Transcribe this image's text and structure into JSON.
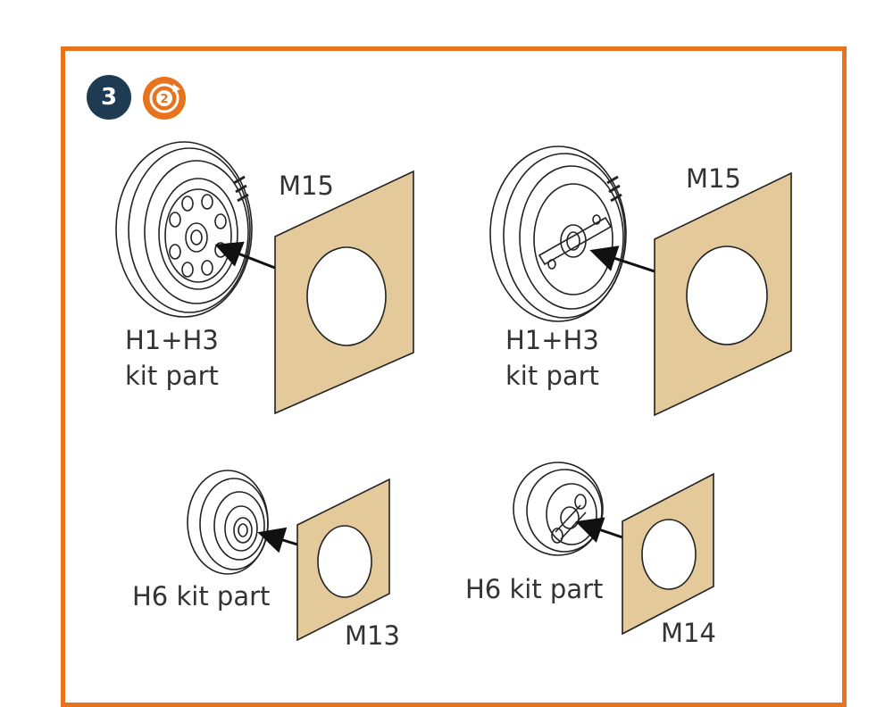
{
  "step": {
    "number": "3",
    "repeat_count": "2",
    "repeat_icon": "repeat-x2-icon"
  },
  "colors": {
    "frame": "#e8731e",
    "step_badge": "#1f3b52",
    "mask": "#e4c99a"
  },
  "assemblies": [
    {
      "id": "main-left",
      "part_label_line1": "H1+H3",
      "part_label_line2": "kit part",
      "mask_label": "M15"
    },
    {
      "id": "main-right",
      "part_label_line1": "H1+H3",
      "part_label_line2": "kit part",
      "mask_label": "M15"
    },
    {
      "id": "tail-left",
      "part_label": "H6 kit part",
      "mask_label": "M13"
    },
    {
      "id": "tail-right",
      "part_label": "H6 kit part",
      "mask_label": "M14"
    }
  ]
}
